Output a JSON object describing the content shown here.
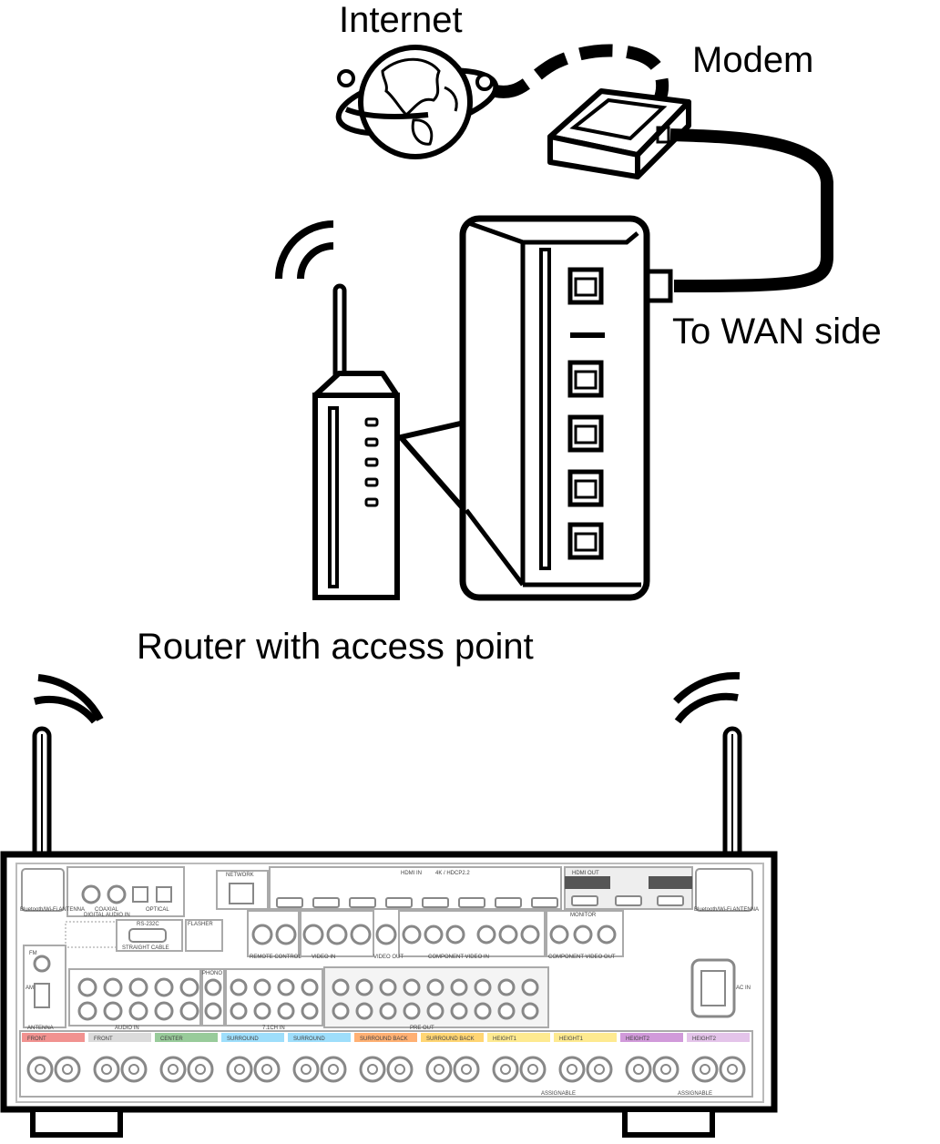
{
  "labels": {
    "internet": "Internet",
    "modem": "Modem",
    "wan": "To WAN side",
    "router": "Router with access point"
  },
  "panel": {
    "network": "NETWORK",
    "hdmi_in": "HDMI IN",
    "hdmi_in_spec": "4K / HDCP2.2",
    "hdmi_out": "HDMI OUT",
    "antenna_left": "Bluetooth/Wi-Fi ANTENNA",
    "antenna_right": "Bluetooth/Wi-Fi ANTENNA",
    "coaxial": "COAXIAL",
    "optical": "OPTICAL",
    "digital_audio_in": "DIGITAL AUDIO IN",
    "rs232c": "RS-232C",
    "straight_cable": "STRAIGHT CABLE",
    "flasher": "FLASHER",
    "remote_control": "REMOTE CONTROL",
    "video_in": "VIDEO IN",
    "video_out": "VIDEO OUT",
    "component_video_in": "COMPONENT VIDEO IN",
    "component_video_out": "COMPONENT VIDEO OUT",
    "monitor": "MONITOR",
    "audio_in": "AUDIO IN",
    "phono": "PHONO",
    "ch_in": "7.1CH IN",
    "pre_out": "PRE OUT",
    "ac_in": "AC IN",
    "antenna": "ANTENNA",
    "fm": "FM",
    "am": "AM",
    "speakers": [
      "FRONT",
      "FRONT",
      "CENTER",
      "SURROUND",
      "SURROUND",
      "SURROUND BACK",
      "SURROUND BACK",
      "HEIGHT1",
      "HEIGHT1",
      "HEIGHT2",
      "HEIGHT2"
    ],
    "speaker_colors": [
      "#e53935",
      "#bdbdbd",
      "#43a047",
      "#4fc3f7",
      "#4fc3f7",
      "#ff6f00",
      "#ffb300",
      "#fdd835",
      "#fdd835",
      "#ab47bc",
      "#ce93d8"
    ],
    "assignable": "ASSIGNABLE"
  }
}
